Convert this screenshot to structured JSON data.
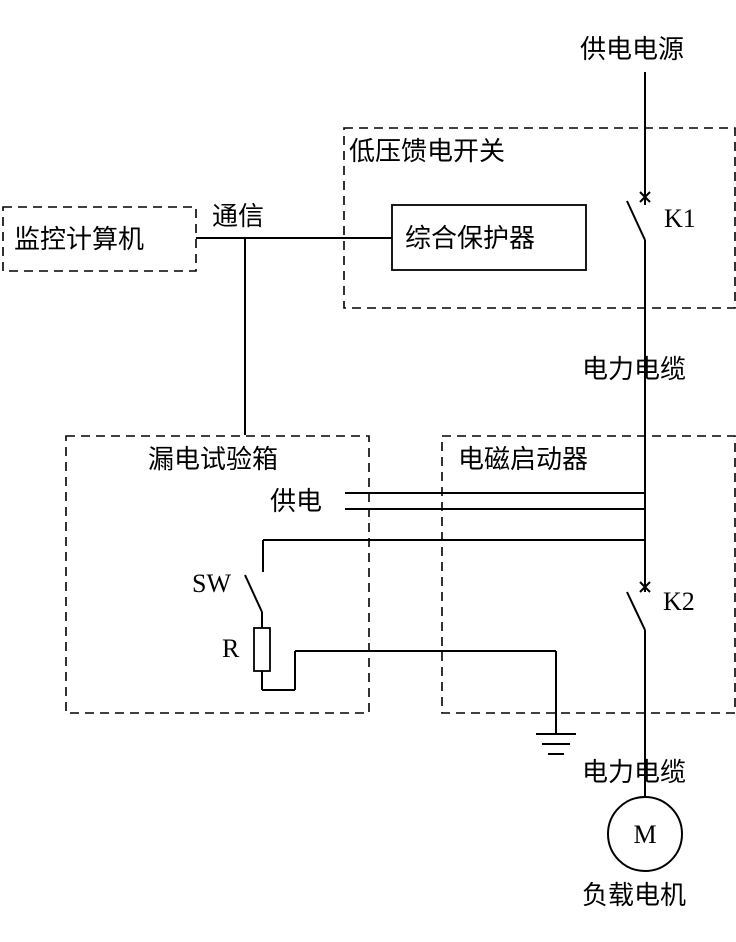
{
  "labels": {
    "power_source": "供电电源",
    "lv_switch": "低压馈电开关",
    "k1": "K1",
    "comm": "通信",
    "monitor_pc": "监控计算机",
    "protector": "综合保护器",
    "cable_1": "电力电缆",
    "leak_test_box": "漏电试验箱",
    "mag_starter": "电磁启动器",
    "supply": "供电",
    "sw": "SW",
    "r": "R",
    "k2": "K2",
    "cable_2": "电力电缆",
    "motor_symbol": "M",
    "load_motor": "负载电机"
  }
}
